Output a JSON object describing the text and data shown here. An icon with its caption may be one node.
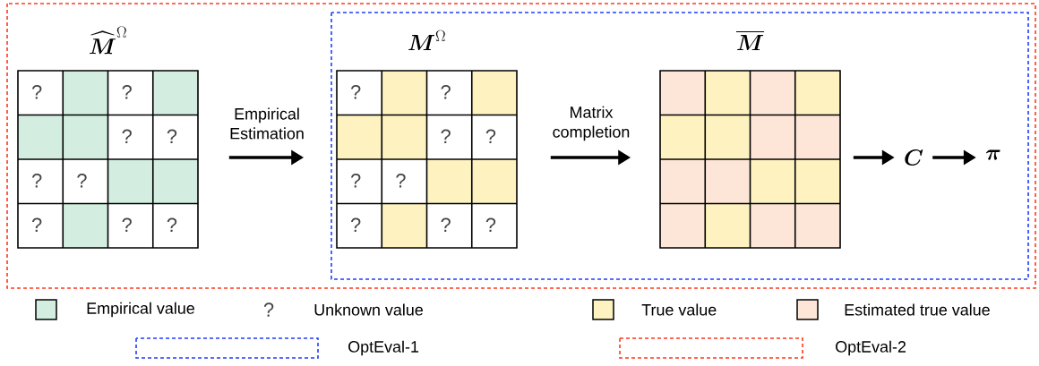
{
  "diagram": {
    "nodes": [
      {
        "text": [
          "\\widehat{\\boldsymbol{M}}^{\\Omega}"
        ]
      },
      {
        "text": [
          "\\boldsymbol{M}^{\\Omega}"
        ]
      },
      {
        "text": [
          "\\overline{\\boldsymbol{M}}"
        ]
      },
      {
        "text": [
          "\\boldsymbol{C}"
        ]
      },
      {
        "text": [
          "\\boldsymbol{\\pi}"
        ]
      }
    ],
    "edges": [
      {
        "from": 0,
        "to": 1,
        "arrow": "to",
        "label": "Empirical Estimation"
      },
      {
        "from": 1,
        "to": 2,
        "arrow": "to",
        "label": "Matrix completion"
      },
      {
        "from": 2,
        "to": 3,
        "arrow": "to"
      },
      {
        "from": 3,
        "to": 4,
        "arrow": "to"
      }
    ],
    "labels": [
      "?",
      "?",
      "?",
      "?",
      "?",
      "?",
      "?",
      "?",
      "?",
      "?",
      "?",
      "?",
      "?",
      "?",
      "?",
      "?",
      "?",
      "?",
      "?"
    ],
    "legend": [
      {
        "text": "Empirical value",
        "color": "#d3eee0"
      },
      {
        "text": "Unknown value"
      },
      {
        "text": "True value",
        "color": "#fdf2c0"
      },
      {
        "text": "Estimated true value",
        "color": "#fde6d8"
      },
      {
        "text": "OptEval-1"
      },
      {
        "text": "OptEval-2"
      }
    ]
  }
}
